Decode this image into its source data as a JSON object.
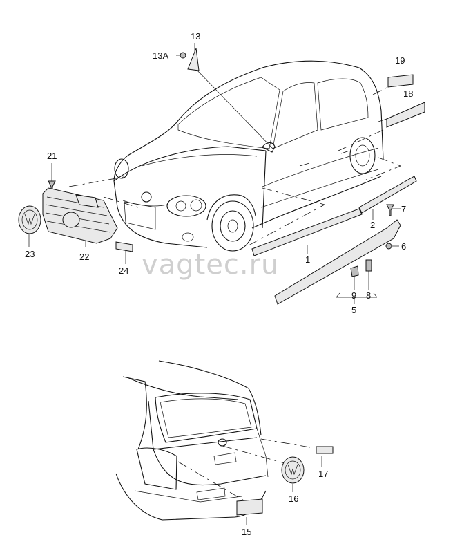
{
  "watermark": "vagtec.ru",
  "callouts": {
    "c1": "1",
    "c2": "2",
    "c5": "5",
    "c6": "6",
    "c7": "7",
    "c8": "8",
    "c9": "9",
    "c13": "13",
    "c13a": "13A",
    "c15": "15",
    "c16": "16",
    "c17": "17",
    "c18": "18",
    "c19": "19",
    "c21": "21",
    "c22": "22",
    "c23": "23",
    "c24": "24"
  }
}
